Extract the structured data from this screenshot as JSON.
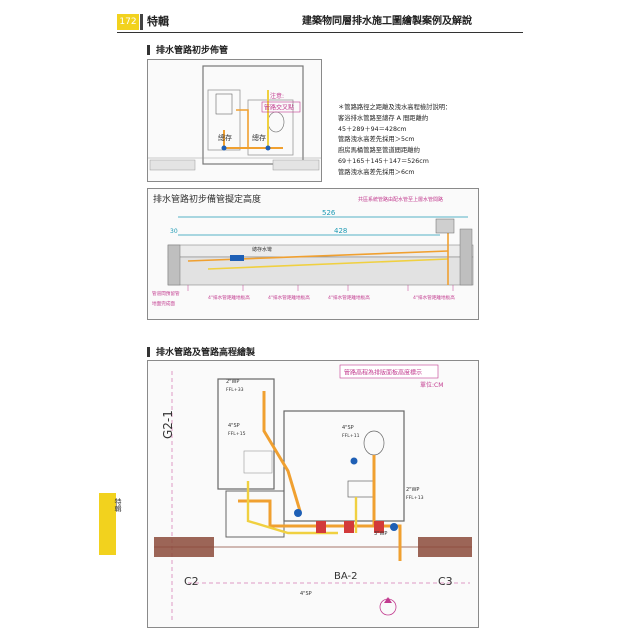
{
  "header": {
    "page_number": "172",
    "section_tag": "特輯",
    "title": "建築物同層排水施工圖繪製案例及解說"
  },
  "section1": {
    "heading": "排水管路初步佈管",
    "plan": {
      "labels": {
        "note": "注意:",
        "note2": "管路交叉點",
        "room_left": "總存",
        "room_right": "總存"
      }
    },
    "notes": [
      "＊管路路徑之距離及洩水高程檢討說明：",
      "客浴排水管路至總存 A 間距離約",
      "45＋289＋94＝428cm",
      "管路洩水高差先採用＞5cm",
      "廚房馬桶管路至管道間距離約",
      "69＋165＋145＋147＝526cm",
      "管路洩水高差先採用＞6cm"
    ],
    "elevation": {
      "title": "排水管路初步備管擬定高度",
      "dim_top": "526",
      "dim_mid": "428",
      "dim_left": "30",
      "label_drain": "總存水彎",
      "label_top_right": "共區系統管路由配水管至上層水管間路",
      "annotations": [
        "管道間預留管",
        "地面完成面",
        "4\"排水管距離地板高",
        "4\"排水管距離地板高",
        "4\"排水管距離地板高",
        "4\"排水管距離地板高"
      ]
    }
  },
  "section2": {
    "heading": "排水管路及管路高程繪製",
    "plan": {
      "title_box": "管路高程為排版面板高度標示",
      "unit": "單位:CM",
      "grid_left": "G2-1",
      "grid_bottom_left": "C2",
      "grid_bottom_mid": "BA-2",
      "grid_bottom_right": "C3",
      "pipe_tags": [
        "2\"WP",
        "4\"SP",
        "4\"SP",
        "3\"WP",
        "2\"WP",
        "4\"SP"
      ],
      "dim_labels": [
        "FFL+33",
        "FFL+15",
        "FFL+11",
        "FFL+13"
      ]
    }
  },
  "side_tab": {
    "label": "特輯"
  },
  "colors": {
    "accent": "#f2d21e",
    "pipe_orange": "#f0a030",
    "pipe_yellow": "#f0d040",
    "annot_magenta": "#c23b8f",
    "annot_cyan": "#1e9bb5",
    "wall_brown": "#8b4a3a"
  }
}
